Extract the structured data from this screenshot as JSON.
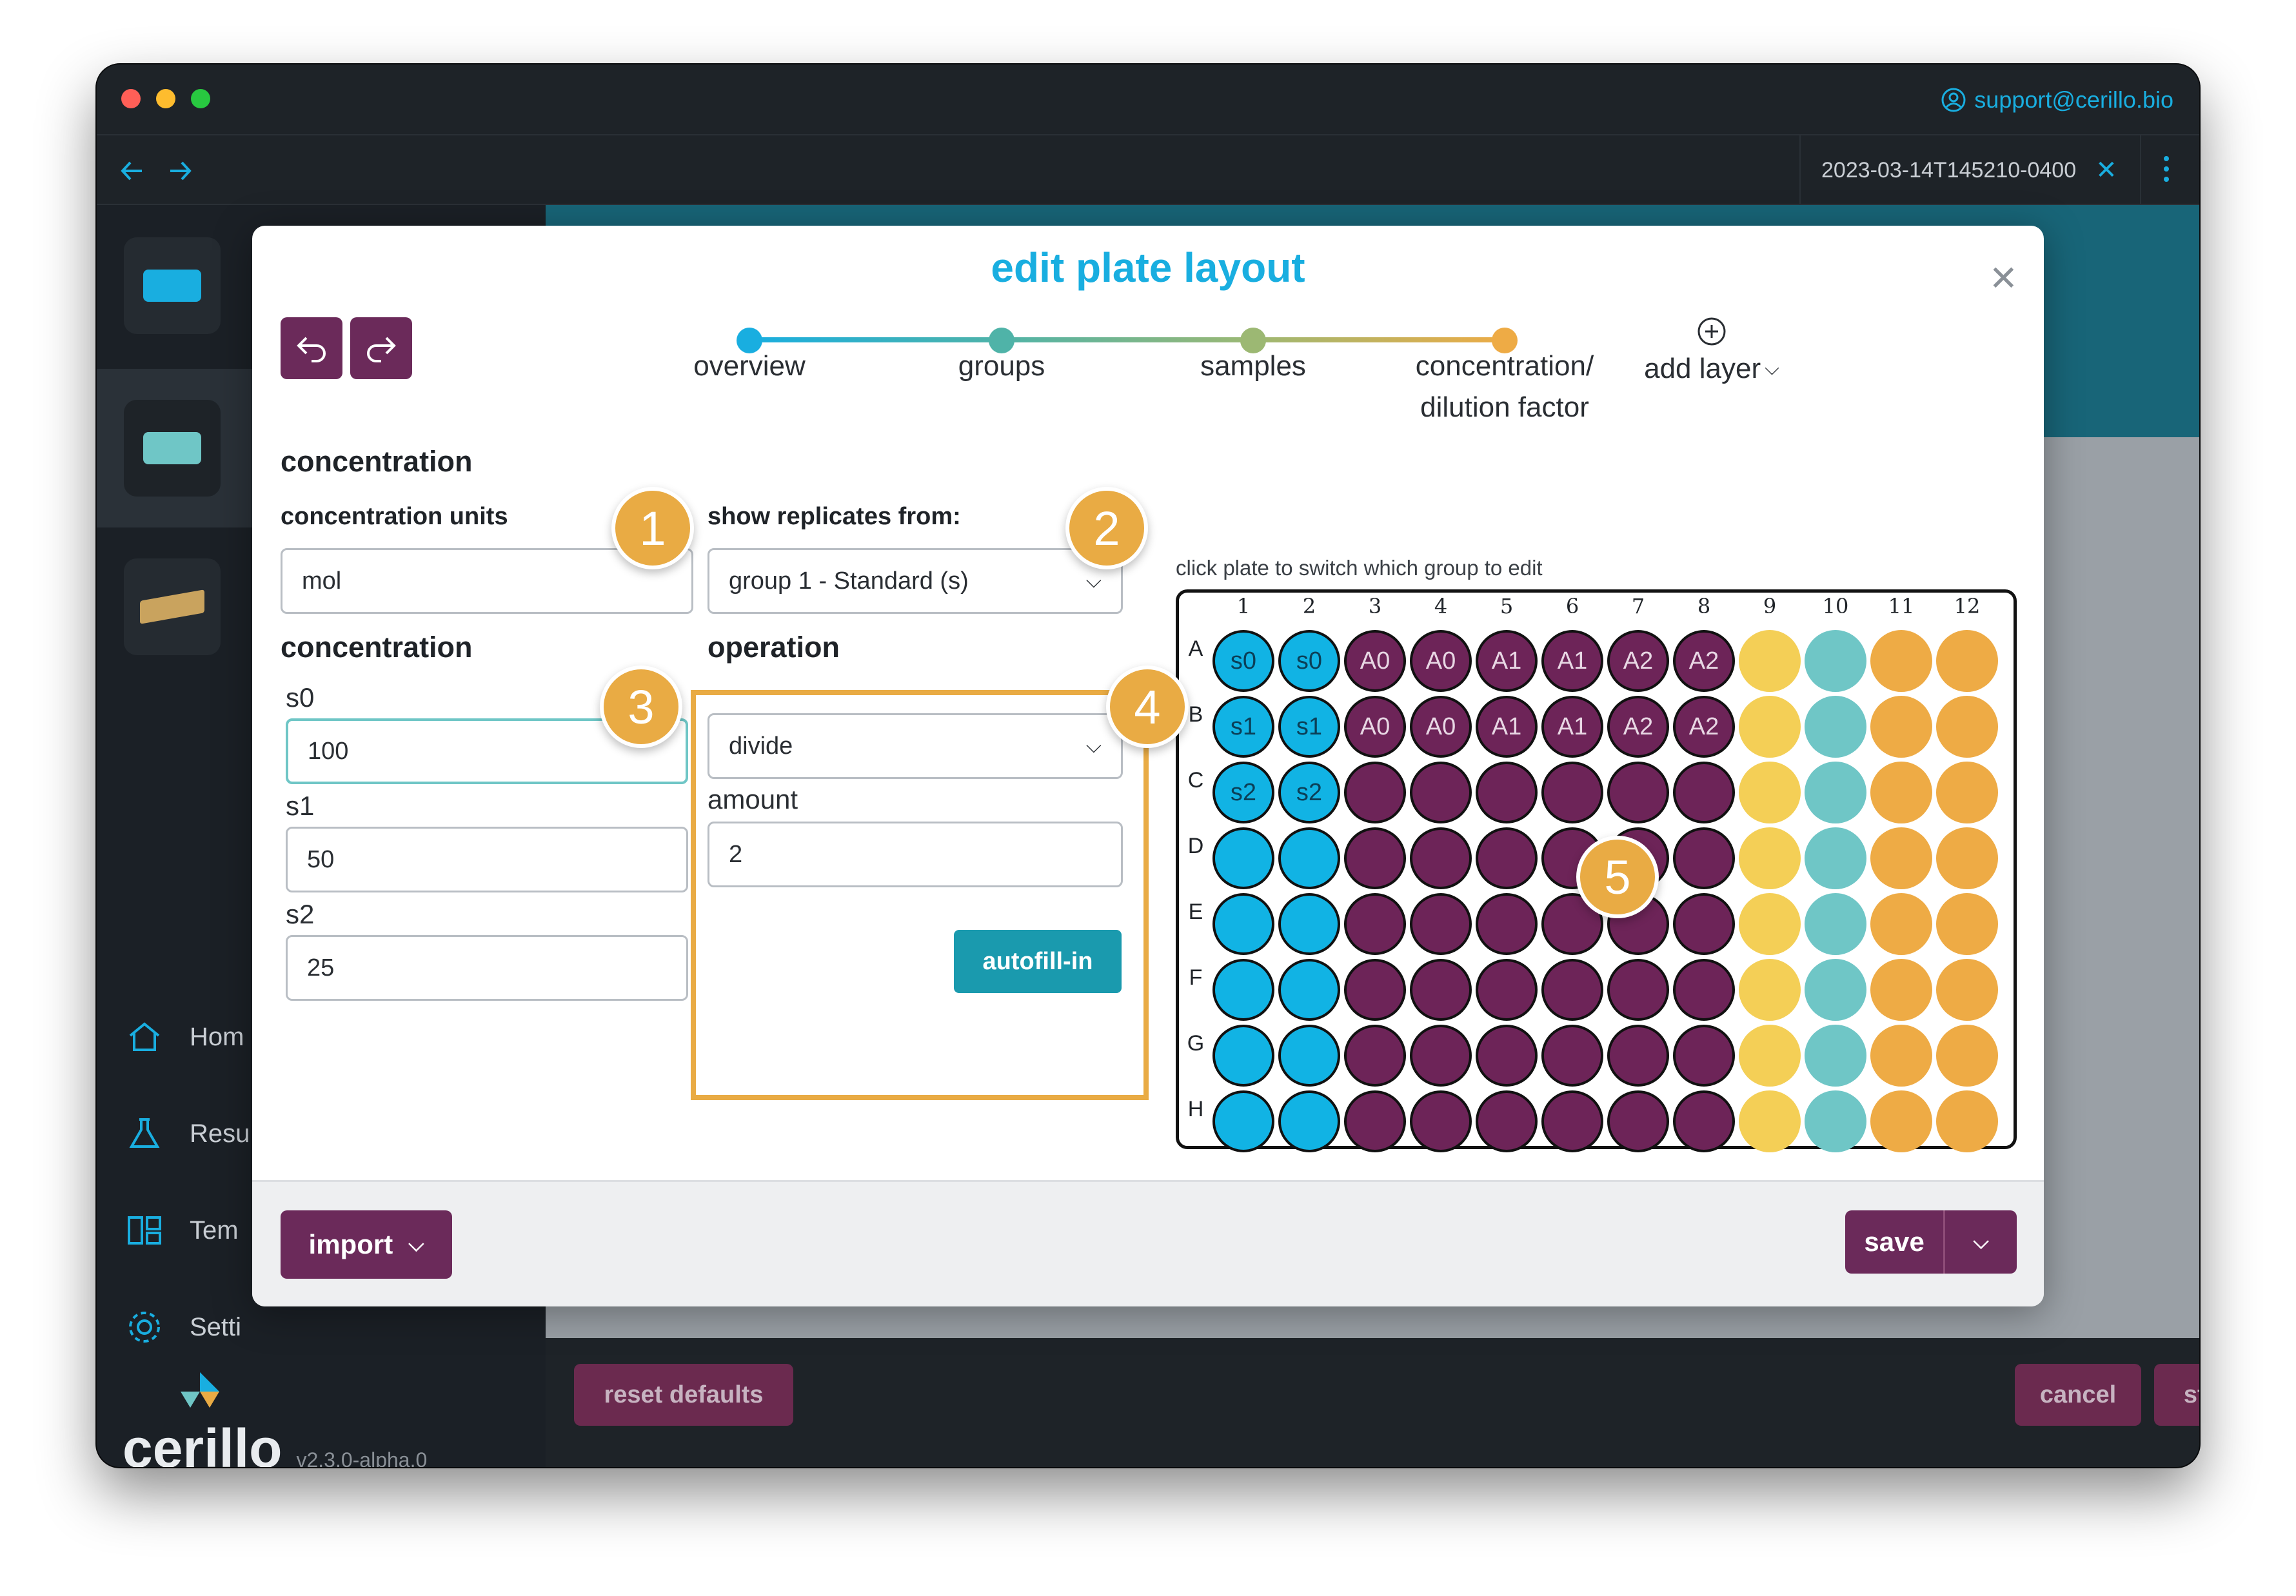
{
  "window": {
    "support_email": "support@cerillo.bio",
    "tab_label": "2023-03-14T145210-0400",
    "traffic_lights": [
      "#ff5f57",
      "#febc2e",
      "#28c840"
    ]
  },
  "sidebar": {
    "nav": [
      {
        "label": "Hom",
        "icon": "home-icon"
      },
      {
        "label": "Resu",
        "icon": "flask-icon"
      },
      {
        "label": "Tem",
        "icon": "template-icon"
      },
      {
        "label": "Setti",
        "icon": "gear-icon"
      }
    ],
    "logo_text": "cerillo",
    "version": "v2.3.0-alpha.0"
  },
  "bottom_bar": {
    "reset_label": "reset defaults",
    "cancel_label": "cancel",
    "start_label": "start"
  },
  "modal": {
    "title": "edit plate layout",
    "steps": [
      {
        "label": "overview",
        "color": "#19aee0"
      },
      {
        "label": "groups",
        "color": "#4fb3a8"
      },
      {
        "label": "samples",
        "color": "#9cb873"
      },
      {
        "label": "concentration/\ndilution factor",
        "color": "#eeab45"
      }
    ],
    "add_layer_label": "add layer",
    "section_title": "concentration",
    "units_label": "concentration units",
    "units_value": "mol",
    "replicates_label": "show replicates from:",
    "replicates_value": "group 1 - Standard (s)",
    "concentration_title": "concentration",
    "concentrations": [
      {
        "label": "s0",
        "value": "100"
      },
      {
        "label": "s1",
        "value": "50"
      },
      {
        "label": "s2",
        "value": "25"
      }
    ],
    "operation_title": "operation",
    "operation_value": "divide",
    "amount_label": "amount",
    "amount_value": "2",
    "autofill_label": "autofill-in",
    "plate_hint": "click plate to switch which group to edit",
    "columns": [
      "1",
      "2",
      "3",
      "4",
      "5",
      "6",
      "7",
      "8",
      "9",
      "10",
      "11",
      "12"
    ],
    "rows": [
      "A",
      "B",
      "C",
      "D",
      "E",
      "F",
      "G",
      "H"
    ],
    "well_labels": {
      "A": [
        "s0",
        "s0",
        "A0",
        "A0",
        "A1",
        "A1",
        "A2",
        "A2"
      ],
      "B": [
        "s1",
        "s1",
        "A0",
        "A0",
        "A1",
        "A1",
        "A2",
        "A2"
      ],
      "C": [
        "s2",
        "s2"
      ]
    },
    "import_label": "import",
    "save_label": "save"
  },
  "callouts": [
    "1",
    "2",
    "3",
    "4",
    "5"
  ],
  "colors": {
    "accent_blue": "#19aee0",
    "plum": "#6b2a5a",
    "teal_button": "#1a9aae",
    "callout_orange": "#e9ab44"
  }
}
